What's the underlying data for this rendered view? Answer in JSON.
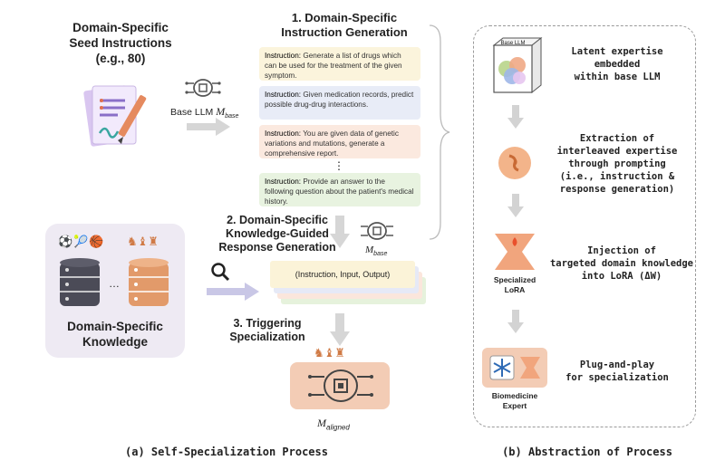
{
  "left": {
    "seed_title": "Domain-Specific\nSeed Instructions\n(e.g., 80)",
    "base_llm_label": "Base LLM ",
    "base_llm_symbol": "M",
    "base_llm_sub": "base",
    "knowledge_title": "Domain-Specific\nKnowledge"
  },
  "steps": {
    "step1": "1. Domain-Specific\nInstruction Generation",
    "step2": "2. Domain-Specific\nKnowledge-Guided\nResponse Generation",
    "step3": "3. Triggering\nSpecialization"
  },
  "instructions": {
    "label": "Instruction:",
    "items": [
      "Generate a list of drugs which can be used for the treatment of the given symptom.",
      "Given medication records, predict possible drug-drug interactions.",
      "You are given data of genetic variations and mutations, generate a comprehensive report.",
      "Provide an answer to the following question about the patient's medical history."
    ],
    "ellipsis": "⋮"
  },
  "response": {
    "triple": "(Instruction, Input, Output)",
    "m_symbol": "M",
    "m_sub": "base"
  },
  "aligned": {
    "m_symbol": "M",
    "m_sub": "aligned"
  },
  "right": {
    "base_llm_cube": "Base LLM",
    "steps": [
      "Latent expertise\nembedded\nwithin base LLM",
      "Extraction of\ninterleaved expertise\nthrough prompting\n(i.e., instruction &\nresponse generation)",
      "Injection of\ntargeted domain knowledge\ninto LoRA (ΔW)",
      "Plug-and-play\nfor specialization"
    ],
    "lora_label": "Specialized\nLoRA",
    "expert_label": "Biomedicine\nExpert"
  },
  "captions": {
    "a": "(a) Self-Specialization Process",
    "b": "(b) Abstraction of Process"
  },
  "colors": {
    "instr1": "#fbf4dc",
    "instr2": "#e8ecf7",
    "instr3": "#fbe9df",
    "instr4": "#e8f3e0",
    "orange": "#e9a06d",
    "gray_arrow": "#cfcfcf",
    "knowledge_bg": "#eeeaf3"
  }
}
